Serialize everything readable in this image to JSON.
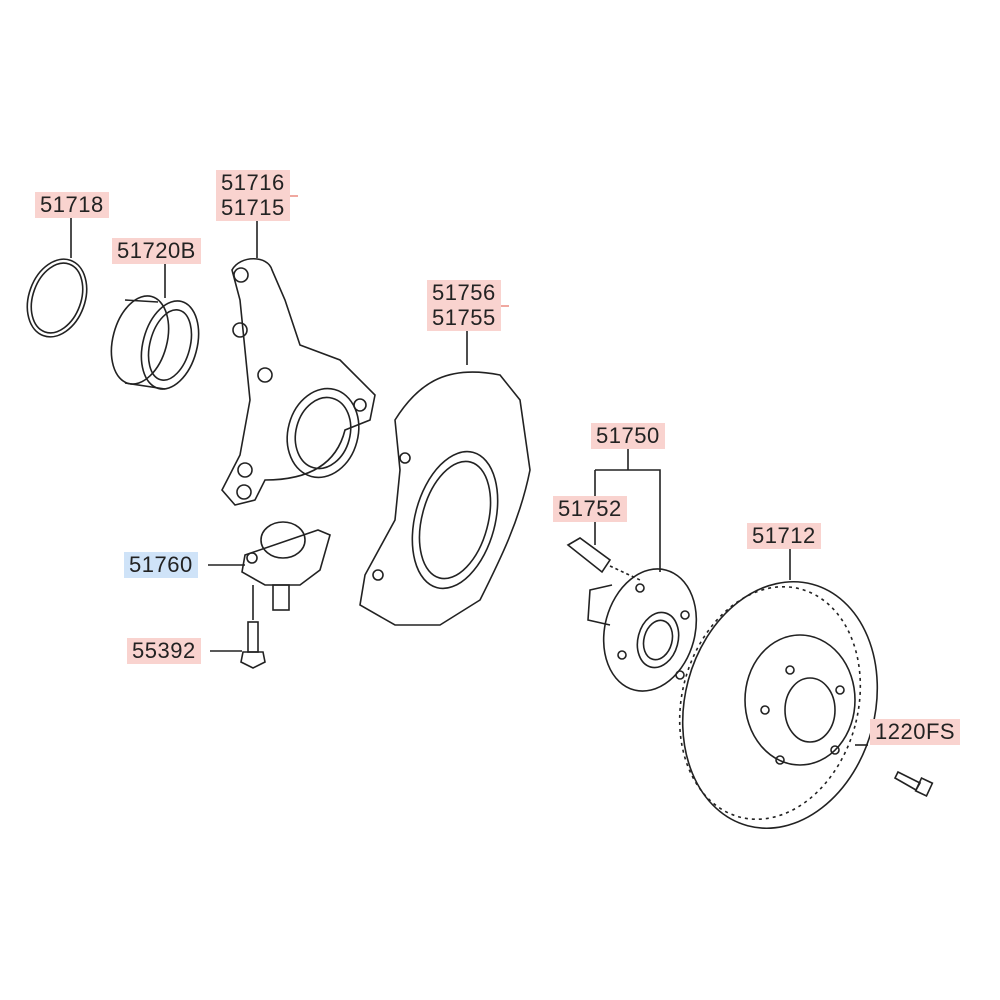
{
  "parts": {
    "p51718": "51718",
    "p51720B": "51720B",
    "p51716": "51716",
    "p51715": "51715",
    "p51756": "51756",
    "p51755": "51755",
    "p51750": "51750",
    "p51752": "51752",
    "p51712": "51712",
    "p51760": "51760",
    "p55392": "55392",
    "p1220FS": "1220FS"
  },
  "colors": {
    "label_default": "#f9d3cf",
    "label_selected": "#cfe3f8",
    "line": "#222222"
  }
}
